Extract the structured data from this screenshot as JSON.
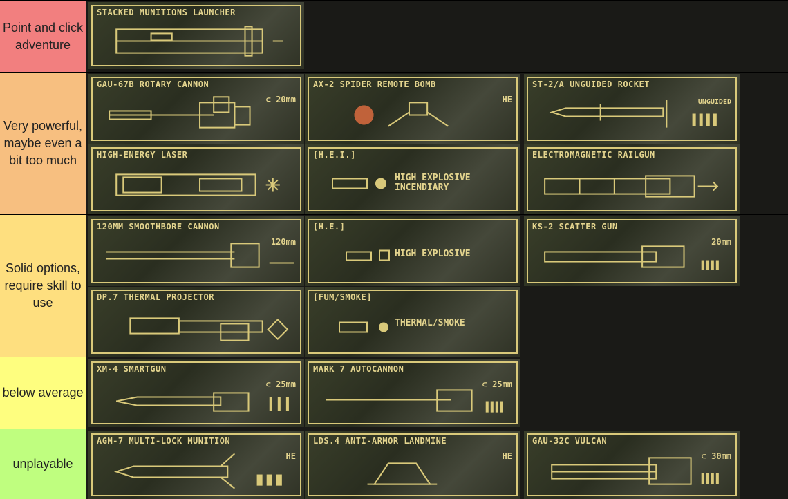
{
  "tiers": [
    {
      "label": "Point and click adventure",
      "color": "#f27f7f",
      "items": [
        {
          "name": "STACKED MUNITIONS LAUNCHER",
          "extra": ""
        }
      ]
    },
    {
      "label": "Very powerful, maybe even a bit too much",
      "color": "#f7bf80",
      "items": [
        {
          "name": "GAU-67B ROTARY CANNON",
          "extra": "⊂ 20mm"
        },
        {
          "name": "AX-2 SPIDER REMOTE BOMB",
          "extra": "HE"
        },
        {
          "name": "ST-2/A UNGUIDED ROCKET",
          "extra": "UNGUIDED"
        },
        {
          "name": "HIGH-ENERGY LASER",
          "extra": ""
        },
        {
          "name": "[H.E.I.]",
          "extra": "",
          "sub": "HIGH EXPLOSIVE\nINCENDIARY"
        },
        {
          "name": "ELECTROMAGNETIC RAILGUN",
          "extra": ""
        }
      ]
    },
    {
      "label": "Solid options, require skill to use",
      "color": "#fedf7f",
      "items": [
        {
          "name": "120MM SMOOTHBORE CANNON",
          "extra": "120mm"
        },
        {
          "name": "[H.E.]",
          "extra": "",
          "sub": "HIGH EXPLOSIVE"
        },
        {
          "name": "KS-2 SCATTER GUN",
          "extra": "20mm"
        },
        {
          "name": "DP.7 THERMAL PROJECTOR",
          "extra": ""
        },
        {
          "name": "[FUM/SMOKE]",
          "extra": "",
          "sub": "THERMAL/SMOKE"
        }
      ]
    },
    {
      "label": "below average",
      "color": "#fefe7f",
      "items": [
        {
          "name": "XM-4 SMARTGUN",
          "extra": "⊂ 25mm"
        },
        {
          "name": "MARK 7 AUTOCANNON",
          "extra": "⊂ 25mm"
        }
      ]
    },
    {
      "label": "unplayable",
      "color": "#bffe7f",
      "items": [
        {
          "name": "AGM-7 MULTI-LOCK MUNITION",
          "extra": "HE"
        },
        {
          "name": "LDS.4 ANTI-ARMOR LANDMINE",
          "extra": "HE"
        },
        {
          "name": "GAU-32C VULCAN",
          "extra": "⊂ 30mm"
        }
      ]
    }
  ]
}
